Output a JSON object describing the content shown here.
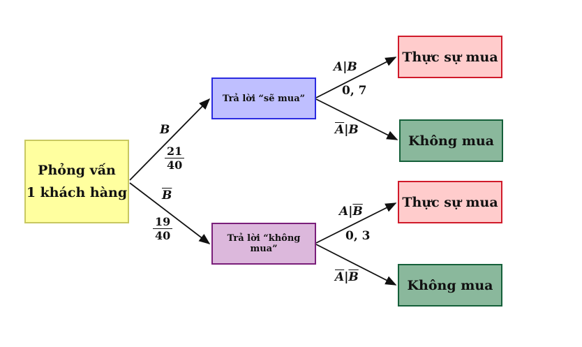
{
  "nodes": {
    "root": {
      "line1": "Phỏng vấn",
      "line2": "1 khách hàng",
      "fill": "#ffff9f",
      "border": "#c8c860"
    },
    "b_yes": {
      "label": "Trả lời “sẽ mua”",
      "fill": "#bfbfff",
      "border": "#2a2ae0"
    },
    "b_no": {
      "label": "Trả lời “không mua”",
      "fill": "#dcb8dc",
      "border": "#7a1f7a"
    },
    "buy_1": {
      "label": "Thực sự mua",
      "fill": "#ffcccc",
      "border": "#d01a2a"
    },
    "nobuy_1": {
      "label": "Không mua",
      "fill": "#8ab89c",
      "border": "#15603a"
    },
    "buy_2": {
      "label": "Thực sự mua",
      "fill": "#ffcccc",
      "border": "#d01a2a"
    },
    "nobuy_2": {
      "label": "Không mua",
      "fill": "#8ab89c",
      "border": "#15603a"
    }
  },
  "edges": {
    "root_to_yes": {
      "event": "B",
      "prob_num": "21",
      "prob_den": "40"
    },
    "root_to_no": {
      "event": "B",
      "event_bar": true,
      "prob_num": "19",
      "prob_den": "40"
    },
    "yes_to_buy": {
      "event_a": "A",
      "event_b": "B",
      "prob": "0, 7"
    },
    "yes_to_nobuy": {
      "event_a": "A",
      "event_b": "B"
    },
    "no_to_buy": {
      "event_a": "A",
      "event_b": "B",
      "prob": "0, 3"
    },
    "no_to_nobuy": {
      "event_a": "A",
      "event_b": "B"
    }
  }
}
